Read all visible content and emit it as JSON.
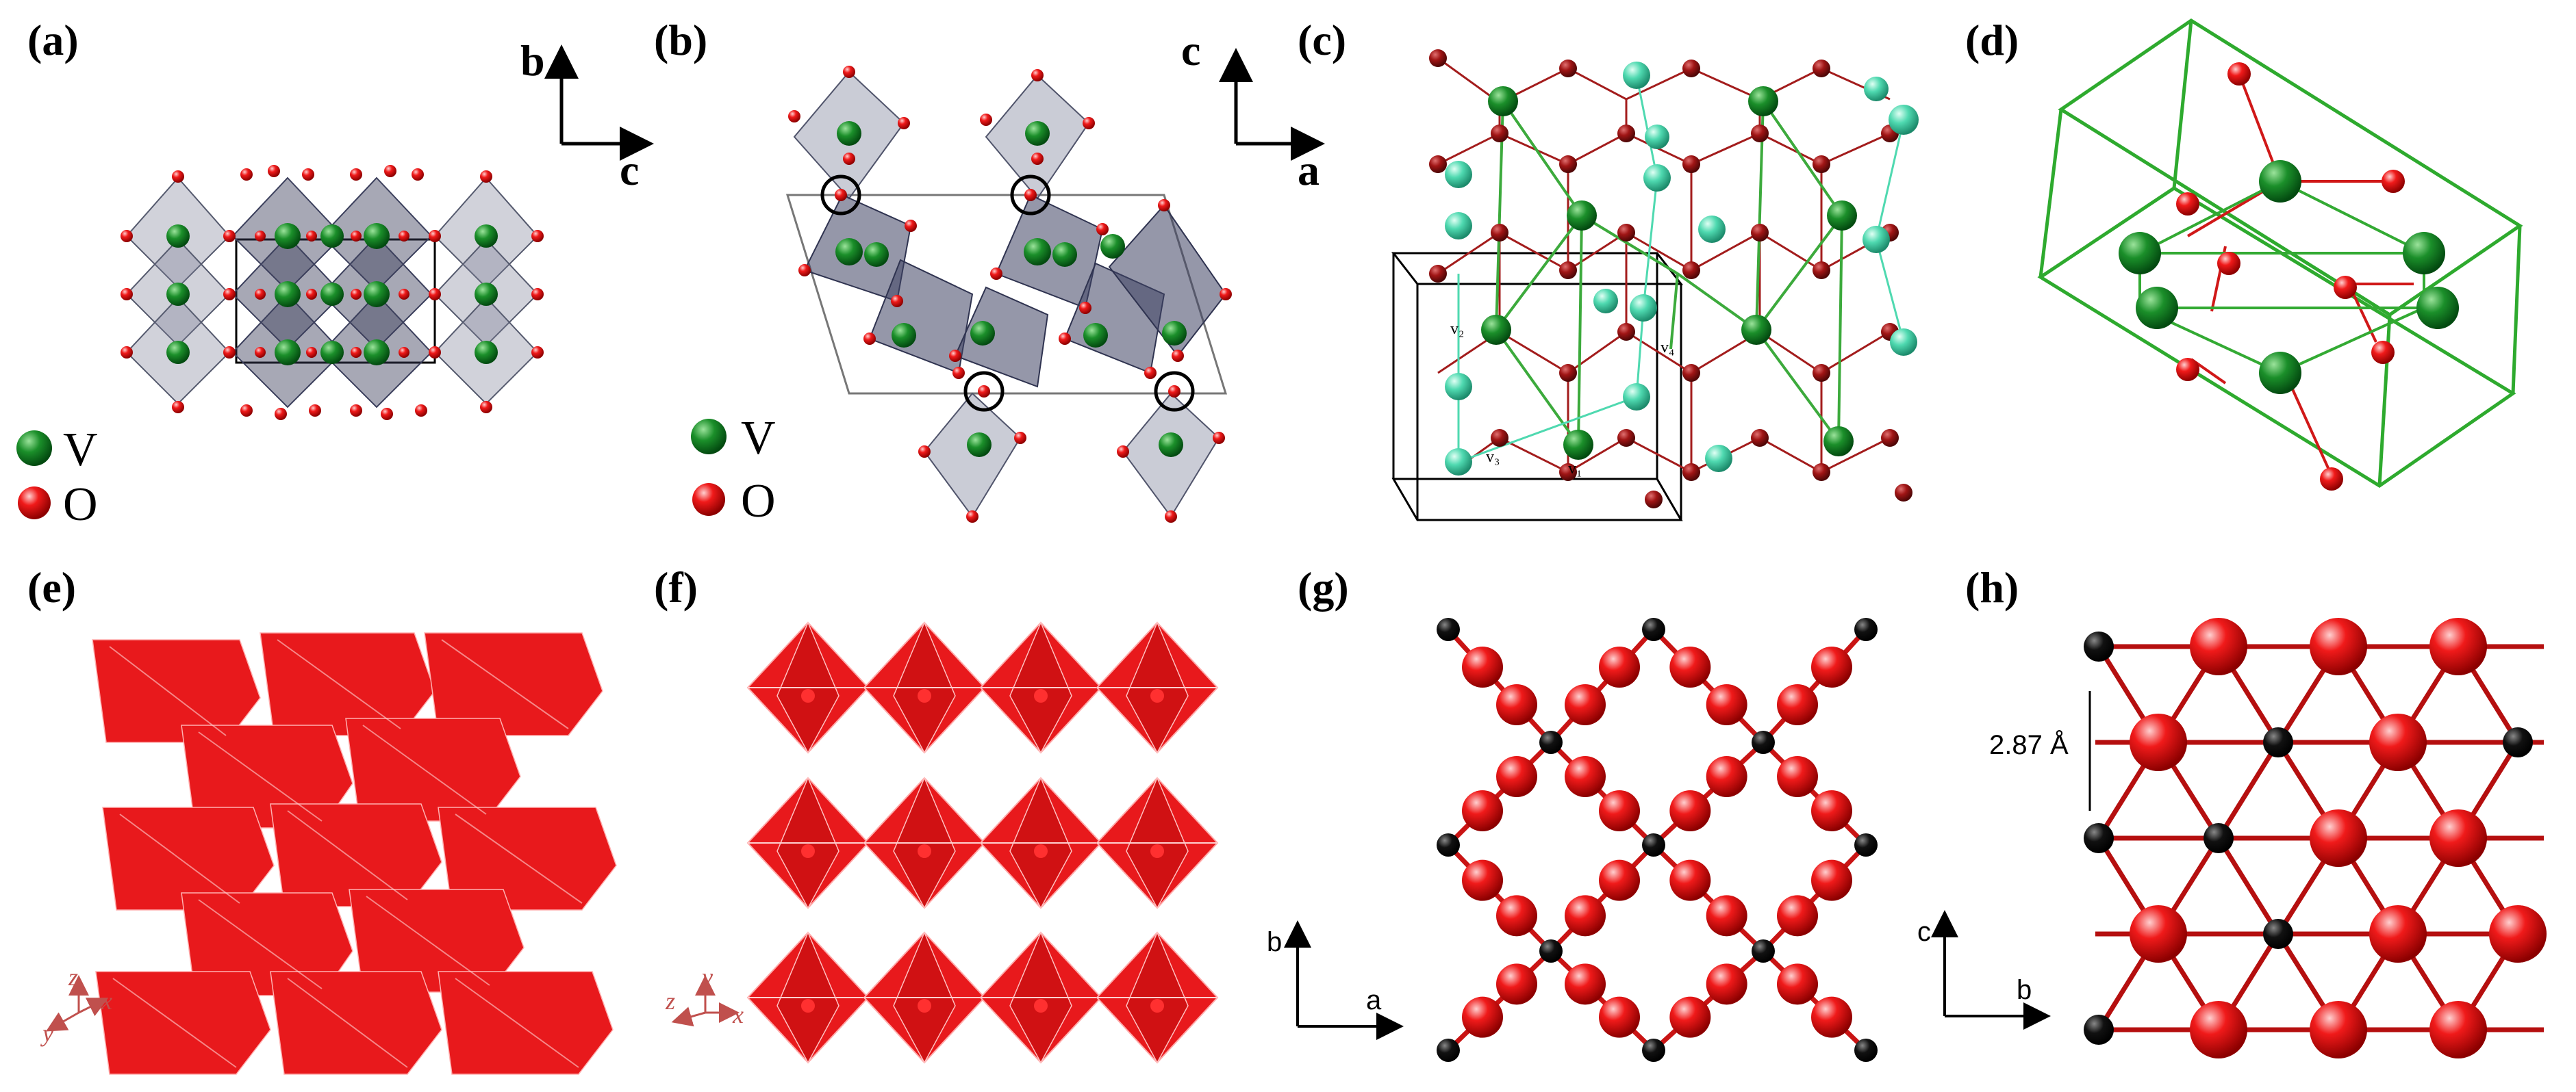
{
  "panels": {
    "a": {
      "label": "(a)",
      "axis1": "b",
      "axis2": "c",
      "legend": [
        "V",
        "O"
      ]
    },
    "b": {
      "label": "(b)",
      "axis1": "c",
      "axis2": "a",
      "legend": [
        "V",
        "O"
      ]
    },
    "c": {
      "label": "(c)",
      "sites": [
        "v₂",
        "v₄",
        "v₃",
        "v₁"
      ]
    },
    "d": {
      "label": "(d)"
    },
    "e": {
      "label": "(e)",
      "axes": [
        "z",
        "y",
        "x"
      ]
    },
    "f": {
      "label": "(f)",
      "axes": [
        "z",
        "y",
        "x"
      ]
    },
    "g": {
      "label": "(g)",
      "axis1": "b",
      "axis2": "a"
    },
    "h": {
      "label": "(h)",
      "axis1": "c",
      "axis2": "b",
      "distance": "2.87 Å"
    }
  },
  "colors": {
    "vanadium": "#0f7a1f",
    "oxygen": "#e01818",
    "oxygen_dark": "#8b0f10",
    "vanadium_light": "#4fd9b0",
    "polyhedron": "#6a6f86",
    "bond_green": "#33aa33",
    "octahedron_red": "#e8191c",
    "black_atom": "#000000"
  }
}
